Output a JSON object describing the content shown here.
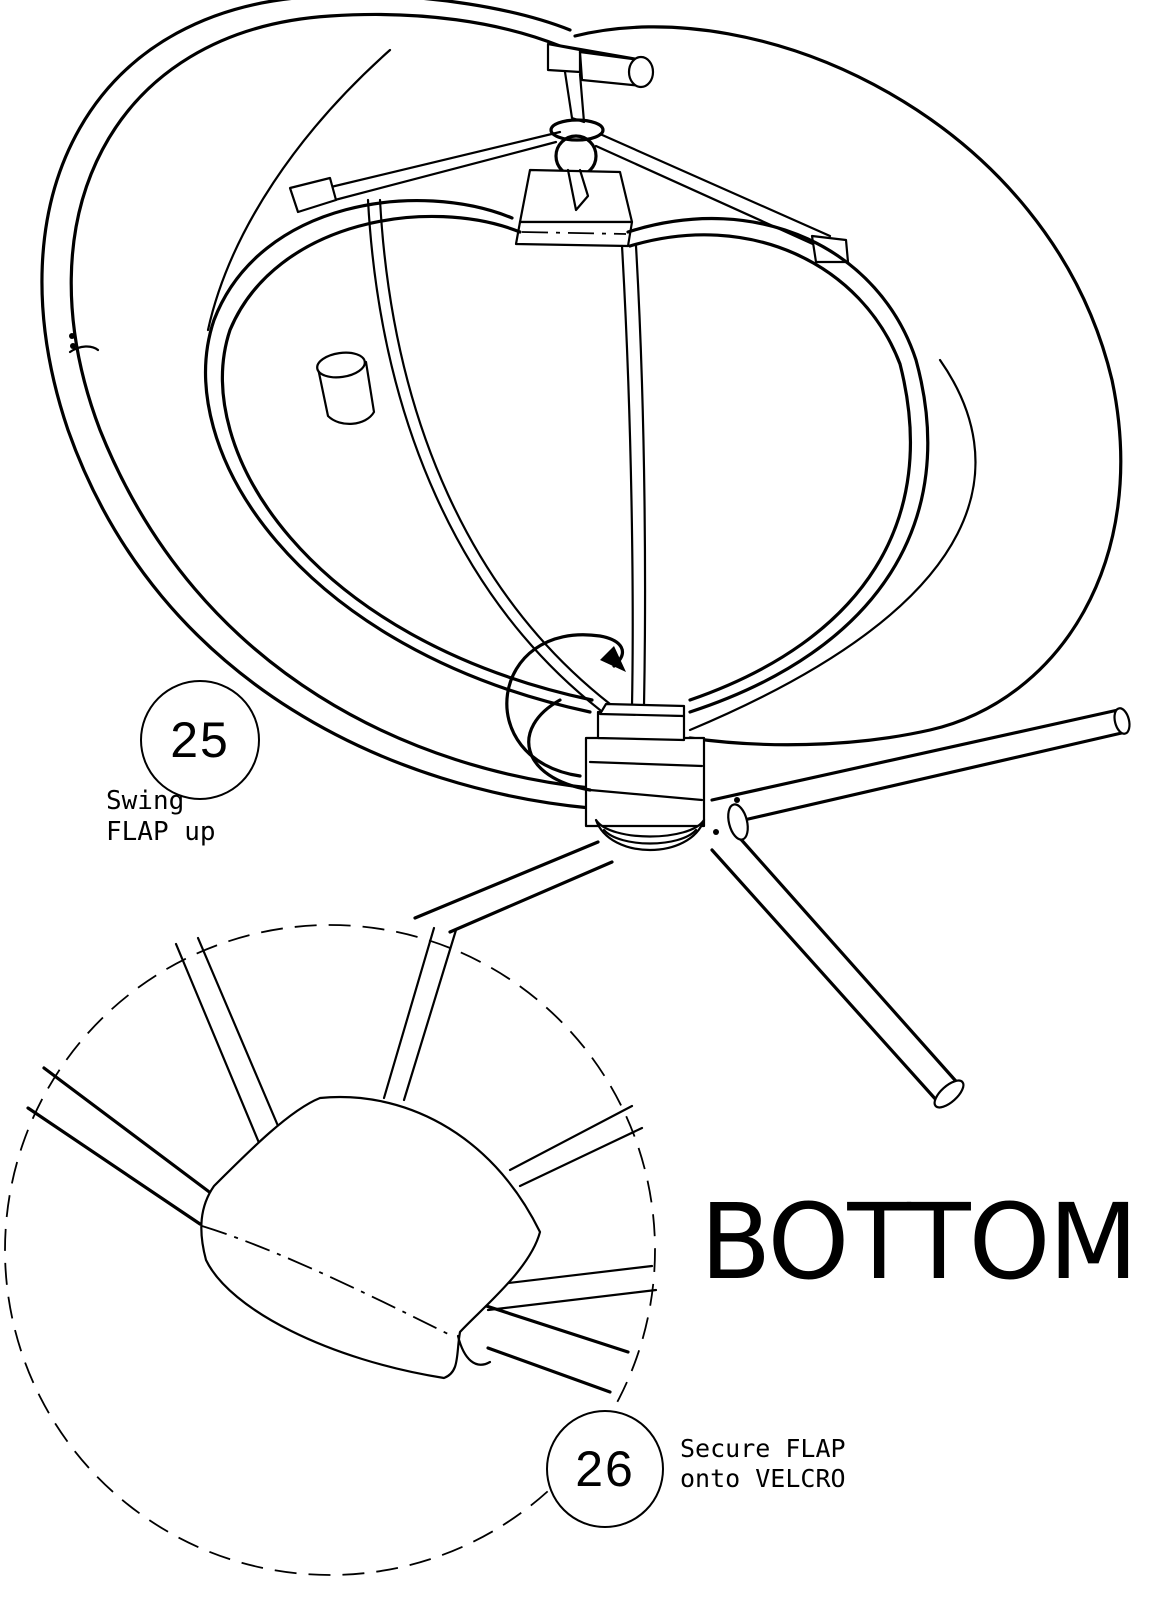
{
  "steps": [
    {
      "number": "25",
      "instruction_line1": "Swing",
      "instruction_line2": "FLAP up"
    },
    {
      "number": "26",
      "instruction_line1": "Secure FLAP",
      "instruction_line2": "onto VELCRO"
    }
  ],
  "view_label": "BOTTOM"
}
